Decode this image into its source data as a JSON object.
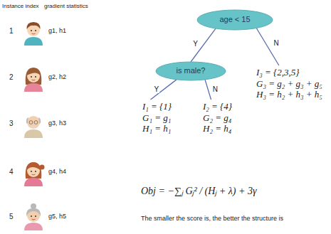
{
  "diagram": {
    "nodes": [
      {
        "text": [
          "age < 15"
        ]
      },
      {
        "text": [
          "is male?"
        ]
      },
      {
        "text": [
          "I₁ = {1}",
          "G₁ = g₁",
          "H₁ = h₁"
        ]
      },
      {
        "text": [
          "I₂ = {4}",
          "G₂ = g₄",
          "H₂ = h₄"
        ]
      },
      {
        "text": [
          "I₃ = {2,3,5}",
          "G₃ = g₂ + g₃ + g₅",
          "H₃ = h₂ + h₃ + h₅"
        ]
      }
    ],
    "edges": [
      {
        "from": 0,
        "to": 1,
        "label": "Y",
        "arrow": "none"
      },
      {
        "from": 0,
        "to": 4,
        "label": "N",
        "arrow": "none"
      },
      {
        "from": 1,
        "to": 2,
        "label": "Y",
        "arrow": "none"
      },
      {
        "from": 1,
        "to": 3,
        "label": "N",
        "arrow": "none"
      }
    ],
    "labels": [
      "Instance index",
      "gradient statistics",
      "1",
      "g1, h1",
      "2",
      "g2, h2",
      "3",
      "g3, h3",
      "4",
      "g4, h4",
      "5",
      "g5, h5",
      "Obj = −∑ⱼ Gⱼ² / (Hⱼ + λ) + 3γ",
      "The smaller the score is, the better the structure is"
    ]
  }
}
